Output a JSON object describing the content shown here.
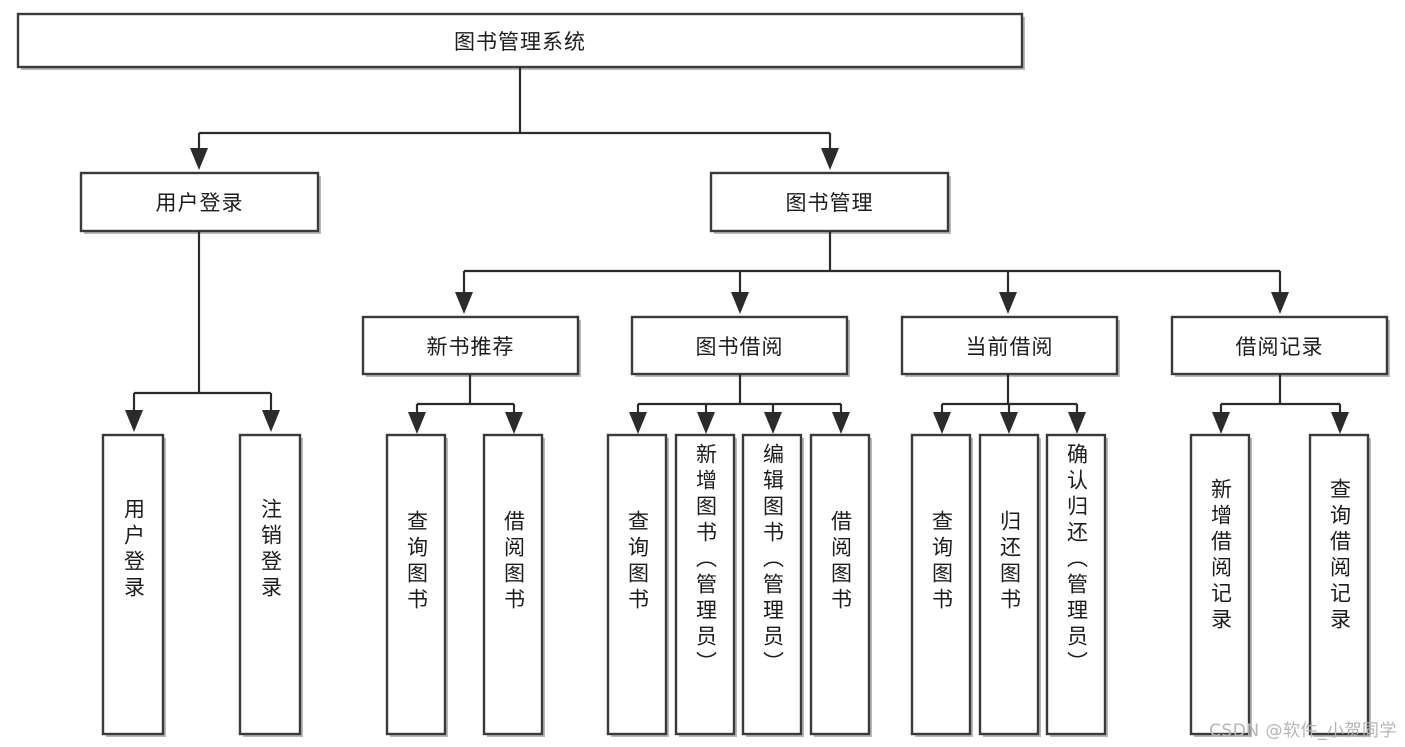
{
  "diagram": {
    "type": "tree-hierarchy",
    "title": "图书管理系统",
    "watermark": "CSDN @软件_小贺同学",
    "colors": {
      "box_stroke": "#3a3a3a",
      "box_fill": "#ffffff",
      "connector": "#2b2b2b",
      "text": "#1c1c1c",
      "watermark": "#b5b5b5",
      "background": "#ffffff"
    },
    "nodes": {
      "root": {
        "label": "图书管理系统",
        "orientation": "horizontal",
        "level": 0
      },
      "l1": [
        {
          "id": "user-login",
          "label": "用户登录",
          "orientation": "horizontal",
          "level": 1
        },
        {
          "id": "book-manage",
          "label": "图书管理",
          "orientation": "horizontal",
          "level": 1
        }
      ],
      "l2": [
        {
          "id": "new-book-rec",
          "label": "新书推荐",
          "orientation": "horizontal",
          "level": 2,
          "parent": "book-manage"
        },
        {
          "id": "book-borrow",
          "label": "图书借阅",
          "orientation": "horizontal",
          "level": 2,
          "parent": "book-manage"
        },
        {
          "id": "current-borrow",
          "label": "当前借阅",
          "orientation": "horizontal",
          "level": 2,
          "parent": "book-manage"
        },
        {
          "id": "borrow-record",
          "label": "借阅记录",
          "orientation": "horizontal",
          "level": 2,
          "parent": "book-manage"
        }
      ],
      "leaves": [
        {
          "id": "leaf-user-login",
          "label": "用户登录",
          "orientation": "vertical",
          "parent": "user-login"
        },
        {
          "id": "leaf-logout",
          "label": "注销登录",
          "orientation": "vertical",
          "parent": "user-login"
        },
        {
          "id": "leaf-query-book-1",
          "label": "查询图书",
          "orientation": "vertical",
          "parent": "new-book-rec"
        },
        {
          "id": "leaf-borrow-book-1",
          "label": "借阅图书",
          "orientation": "vertical",
          "parent": "new-book-rec"
        },
        {
          "id": "leaf-query-book-2",
          "label": "查询图书",
          "orientation": "vertical",
          "parent": "book-borrow"
        },
        {
          "id": "leaf-add-book",
          "label": "新增图书（管理员）",
          "orientation": "vertical",
          "parent": "book-borrow"
        },
        {
          "id": "leaf-edit-book",
          "label": "编辑图书（管理员）",
          "orientation": "vertical",
          "parent": "book-borrow"
        },
        {
          "id": "leaf-borrow-book-2",
          "label": "借阅图书",
          "orientation": "vertical",
          "parent": "book-borrow"
        },
        {
          "id": "leaf-query-book-3",
          "label": "查询图书",
          "orientation": "vertical",
          "parent": "current-borrow"
        },
        {
          "id": "leaf-return-book",
          "label": "归还图书",
          "orientation": "vertical",
          "parent": "current-borrow"
        },
        {
          "id": "leaf-confirm-return",
          "label": "确认归还（管理员）",
          "orientation": "vertical",
          "parent": "current-borrow"
        },
        {
          "id": "leaf-add-record",
          "label": "新增借阅记录",
          "orientation": "vertical",
          "parent": "borrow-record"
        },
        {
          "id": "leaf-query-record",
          "label": "查询借阅记录",
          "orientation": "vertical",
          "parent": "borrow-record"
        }
      ]
    }
  }
}
